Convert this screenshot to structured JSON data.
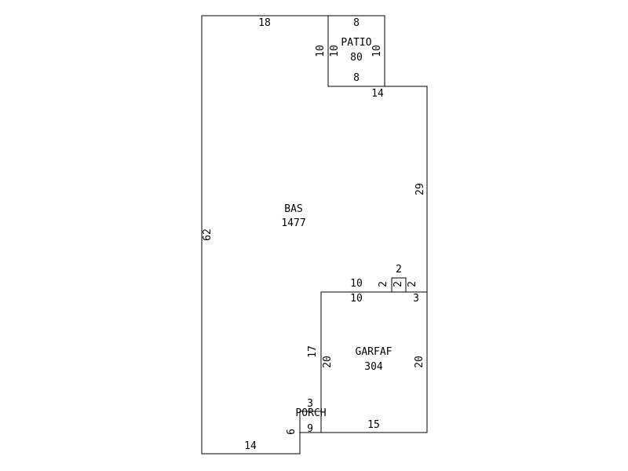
{
  "colors": {
    "background": "#ffffff",
    "line": "#000000",
    "text": "#000000"
  },
  "areas": {
    "bas": {
      "name": "BAS",
      "sqft": "1477"
    },
    "patio": {
      "name": "PATIO",
      "sqft": "80"
    },
    "garage": {
      "name": "GARFAF",
      "sqft": "304"
    },
    "porch": {
      "name": "PORCH"
    }
  },
  "dimensions": {
    "bas_top": "18",
    "bas_left": "62",
    "bas_bottom": "14",
    "bas_right_upper": "29",
    "bas_step_top": "14",
    "bas_notch_top": "2",
    "bas_notch_left": "2",
    "bas_notch_mid": "2",
    "bas_notch_right": "2",
    "bas_garage_top": "10",
    "bas_garage_left": "17",
    "bas_porch_right": "6",
    "patio_top": "8",
    "patio_bottom": "8",
    "patio_left_outer": "10",
    "patio_left_inner": "10",
    "patio_right": "10",
    "garage_top": "10",
    "garage_top_right": "3",
    "garage_left": "20",
    "garage_right": "20",
    "garage_bottom": "15",
    "porch_top": "3",
    "porch_bottom": "9"
  }
}
